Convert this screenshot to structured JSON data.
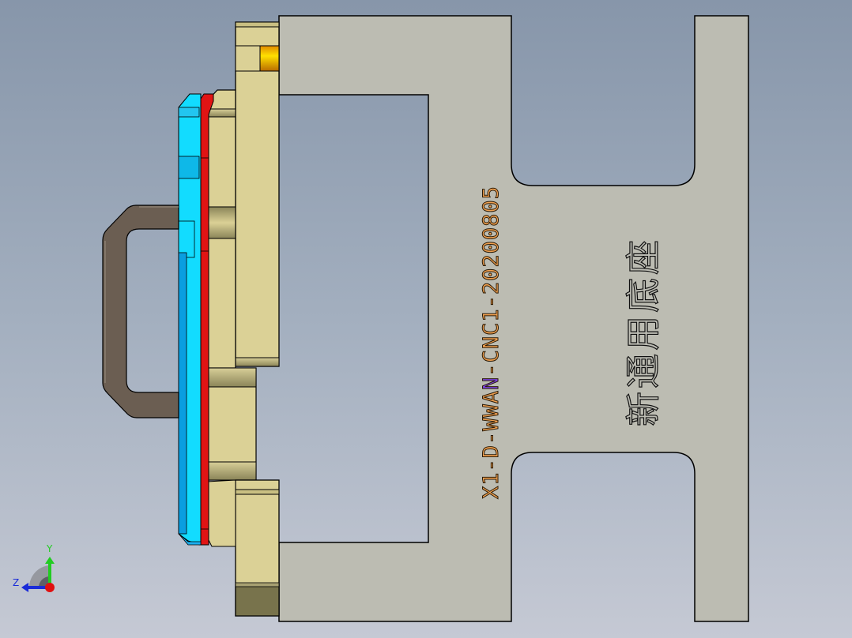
{
  "view": {
    "type": "CAD 3D model view",
    "background_top": "#8796aa",
    "background_bottom": "#c5c9d4"
  },
  "model": {
    "base_plate": {
      "color": "#bcbcb2",
      "outline": "#000000"
    },
    "part_number": {
      "text_prefix": "X1-D-WWA",
      "text_highlight": "N",
      "text_suffix": "-CNC1-20200805",
      "color": "#f0a050",
      "highlight_color": "#7a40e0"
    },
    "part_name": {
      "text": "新通用底座"
    },
    "fixture_plates": {
      "color": "#dbd196"
    },
    "cyan_plate": {
      "color": "#12dcff"
    },
    "red_plate": {
      "color": "#e01414"
    },
    "handle": {
      "color": "#6b5e52"
    },
    "pin": {
      "color": "#f5b800"
    }
  },
  "triad": {
    "y_label": "Y",
    "z_label": "Z",
    "y_color": "#22cc22",
    "z_color": "#1a2cd8",
    "x_color": "#e01010"
  }
}
